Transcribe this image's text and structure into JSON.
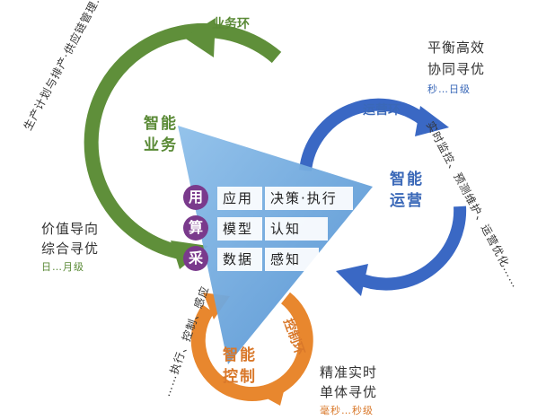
{
  "rings": {
    "business": {
      "name": "业务环",
      "center": [
        "智能",
        "业务"
      ],
      "arc_text": "生产计划与排产·供应链管理……",
      "goal": [
        "价值导向",
        "综合寻优"
      ],
      "timescale": "日…月级",
      "color": "#5f8f3a"
    },
    "operation": {
      "name": "运营环",
      "center": [
        "智能",
        "运营"
      ],
      "arc_text": "实时监控、预测维护、运营优化……",
      "goal": [
        "平衡高效",
        "协同寻优"
      ],
      "timescale": "秒…日级",
      "color": "#3a68c4"
    },
    "control": {
      "name": "控制环",
      "center": [
        "智能",
        "控制"
      ],
      "arc_text": "……执行、控制、感应",
      "goal": [
        "精准实时",
        "单体寻优"
      ],
      "timescale": "毫秒…秒级",
      "color": "#e8872e"
    }
  },
  "layers": [
    {
      "badge": "用",
      "left": "应用",
      "right": "决策·执行"
    },
    {
      "badge": "算",
      "left": "模型",
      "right": "认知"
    },
    {
      "badge": "采",
      "left": "数据",
      "right": "感知"
    }
  ],
  "colors": {
    "triangle": "#5b9bd5",
    "badge": "#7a3a8c"
  }
}
